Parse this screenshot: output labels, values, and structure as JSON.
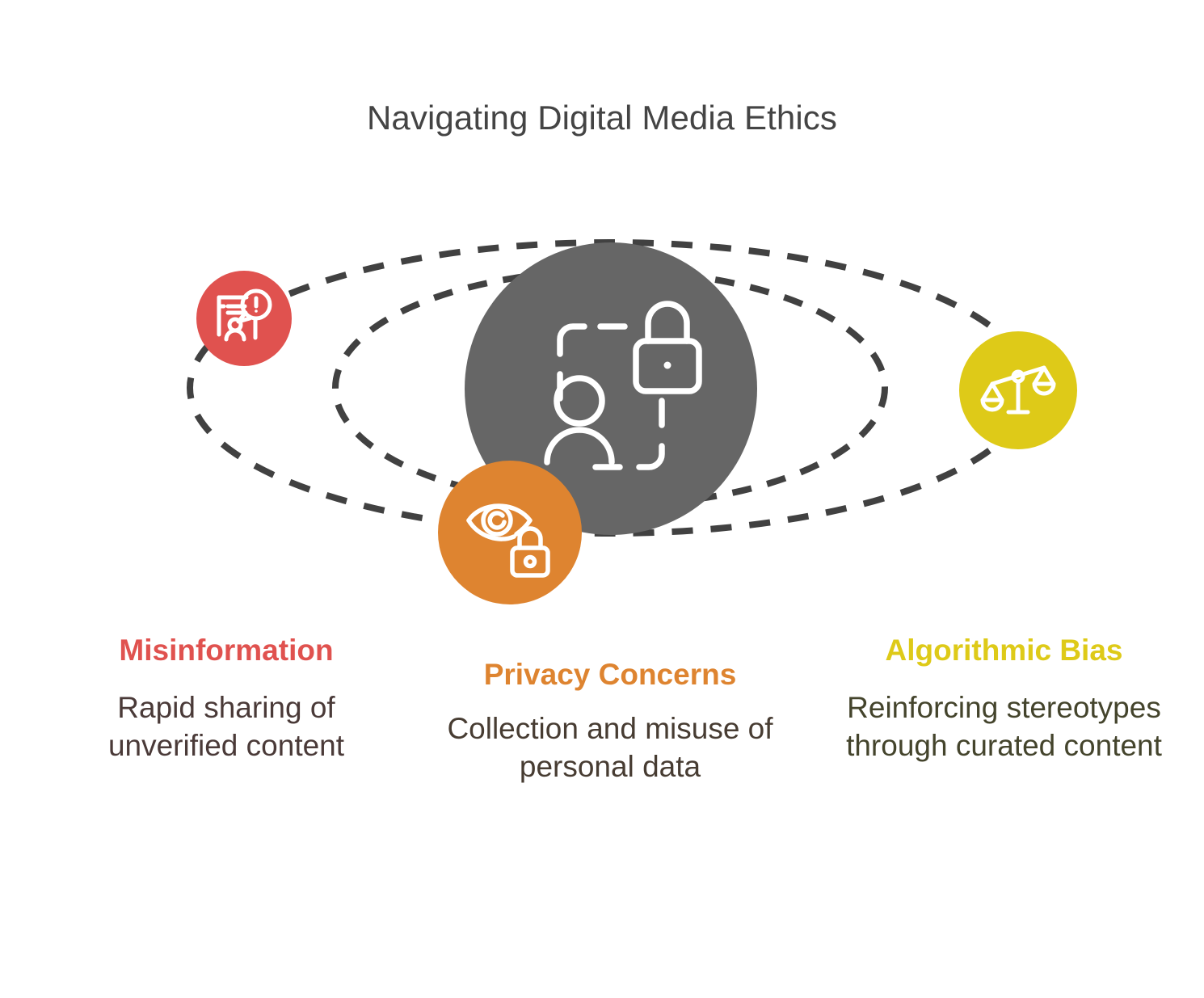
{
  "title": "Navigating Digital Media Ethics",
  "colors": {
    "title_text": "#444444",
    "hub": "#666666",
    "orbit_dash": "#414141",
    "misinformation": "#E0524F",
    "privacy": "#DE8430",
    "bias": "#DECA18",
    "body_misinformation": "#4A3A38",
    "body_privacy": "#473C32",
    "body_bias": "#44442C",
    "background": "#FFFFFF"
  },
  "center": {
    "icon": "person-data-lock-icon",
    "icon_parts": [
      "dashed-frame-icon",
      "person-icon",
      "padlock-icon"
    ]
  },
  "orbits": [
    {
      "name": "outer-orbit-ellipse",
      "style": "dashed"
    },
    {
      "name": "inner-orbit-ellipse",
      "style": "dashed"
    }
  ],
  "nodes": [
    {
      "key": "misinformation",
      "icon": "news-alert-person-icon",
      "heading": "Misinformation",
      "body": "Rapid sharing of unverified content",
      "color": "#E0524F"
    },
    {
      "key": "privacy",
      "icon": "eye-lock-icon",
      "heading": "Privacy Concerns",
      "body": "Collection and misuse of personal data",
      "color": "#DE8430"
    },
    {
      "key": "bias",
      "icon": "unbalanced-scales-icon",
      "heading": "Algorithmic Bias",
      "body": "Reinforcing stereotypes through curated content",
      "color": "#DECA18"
    }
  ]
}
